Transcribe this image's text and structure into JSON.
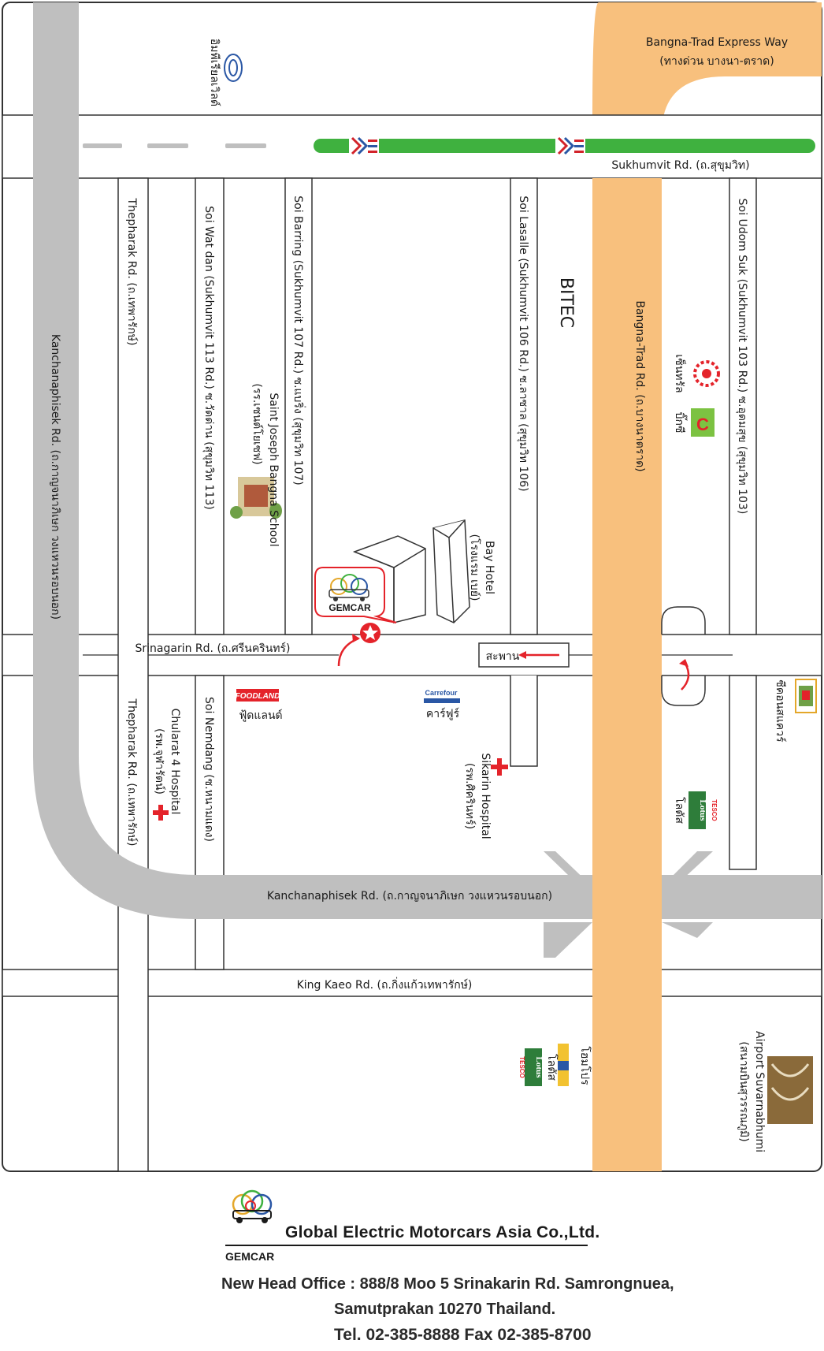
{
  "roads": {
    "expressway": "Bangna-Trad Express Way",
    "expressway_th": "(ทางด่วน บางนา-ตราด)",
    "sukhumvit": "Sukhumvit Rd. (ถ.สุขุมวิท)",
    "kanchanaphisek_left": "Kanchanaphisek Rd. (ถ.กาญจนาภิเษก วงแหวนรอบนอก)",
    "kanchanaphisek_bottom": "Kanchanaphisek Rd. (ถ.กาญจนาภิเษก วงแหวนรอบนอก)",
    "thepharak_top": "Thepharak Rd. (ถ.เทพารักษ์)",
    "thepharak_bottom": "Thepharak Rd. (ถ.เทพารักษ์)",
    "soi_wat_dan": "Soi Wat dan (Sukhumvit 113 Rd.) ซ.วัดด่าน (สุขุมวิท 113)",
    "soi_barring": "Soi Barring (Sukhumvit 107 Rd.) ซ.แบริ่ง (สุขุมวิท 107)",
    "soi_lasalle": "Soi Lasalle (Sukhumvit 106 Rd.) ซ.ลาซาล (สุขุมวิท 106)",
    "bangna_trad": "Bangna-Trad Rd. (ถ.บางนาตราด)",
    "soi_udom_suk": "Soi Udom Suk (Sukhumvit 103 Rd.) ซ.อุดมสุข (สุขุมวิท 103)",
    "srinagarin": "Srinagarin Rd. (ถ.ศรีนครินทร์)",
    "soi_nemdang": "Soi Nemdang (ซ.หนามแดง)",
    "king_kaeo": "King Kaeo Rd. (ถ.กิ่งแก้วเทพารักษ์)"
  },
  "places": {
    "imperial": "อิมพีเรียลเวิลด์",
    "bitec": "BITEC",
    "central": "เซ็นทรัล",
    "bigc": "บิ๊กซี",
    "st_joseph": "Saint Joseph Bangna School",
    "st_joseph_th": "(รร.เซนต์โยเซฟ)",
    "bay_hotel": "Bay Hotel",
    "bay_hotel_th": "(โรงแรม เบย์)",
    "bridge": "สะพาน",
    "foodland_logo": "FOODLAND",
    "foodland": "ฟู้ดแลนด์",
    "carrefour_logo": "Carrefour",
    "carrefour": "คาร์ฟูร์",
    "chularat": "Chularat 4 Hospital",
    "chularat_th": "(รพ.จุฬารัตน์)",
    "sikarin": "Sikarin Hospital",
    "sikarin_th": "(รพ.ศิครินทร์)",
    "lotus_logo": "Lotus",
    "lotus": "โลตัส",
    "tesco": "TESCO",
    "seacon": "ซีคอนสแควร์",
    "homepro": "โฮมโปร",
    "lotus2": "โลตัส",
    "airport": "Airport Suvarnabhumi",
    "airport_th": "(สนามบินสุวรรณภูมิ)",
    "gemcar_marker": "GEMCAR"
  },
  "footer": {
    "brand": "GEMCAR",
    "company": "Global Electric Motorcars Asia Co.,Ltd.",
    "address1": "New Head Office : 888/8 Moo 5 Srinakarin Rd. Samrongnuea,",
    "address2": "Samutprakan 10270 Thailand.",
    "phone": "Tel. 02-385-8888  Fax 02-385-8700"
  },
  "colors": {
    "main_road": "#bfbfbf",
    "expressway": "#f8c07d",
    "bts_line": "#3fb13f",
    "marker": "#e4232a",
    "border": "#333333"
  }
}
